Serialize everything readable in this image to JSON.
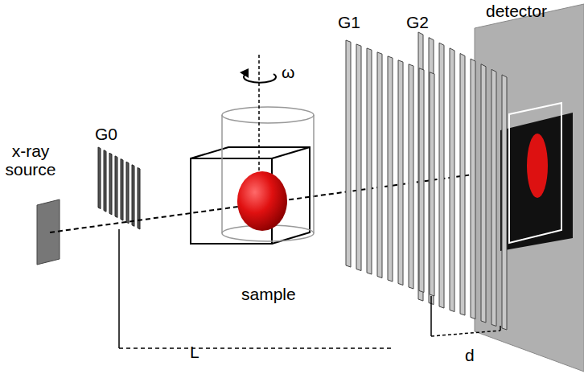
{
  "diagram": {
    "labels": [
      "x-ray source",
      "G0",
      "sample",
      "ω",
      "G1",
      "G2",
      "detector",
      "L",
      "d"
    ]
  }
}
